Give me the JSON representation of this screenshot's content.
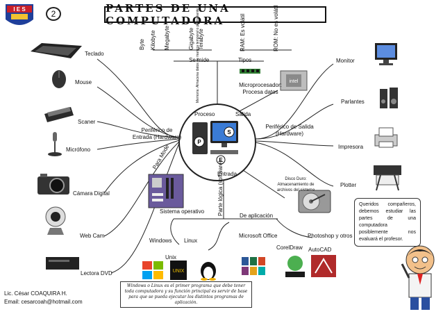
{
  "header": {
    "page_number": "2",
    "title": "PARTES DE UNA COMPUTADORA",
    "logo_text": "I E S"
  },
  "storage_units": [
    "Byte",
    "Kilobyte",
    "Megabyte",
    "Gigabyte",
    "Terabyte"
  ],
  "memory": {
    "title": "Se mide",
    "types_title": "Tipos",
    "ram": "RAM: Es volátil",
    "rom": "ROM: No es volátil",
    "memory_note": "Memoria: Almacena datos de manera temporal o permanente"
  },
  "center": {
    "process": "Proceso",
    "exit": "Salida",
    "entry": "Entrada",
    "para_modo": "Para Mode",
    "letters": [
      "P",
      "E",
      "S"
    ]
  },
  "left_branch": {
    "title": "Periférico de Entrada (Hardware)",
    "items": [
      "Teclado",
      "Mouse",
      "Scaner",
      "Micrófono",
      "Cámara Digital",
      "Web Cam",
      "Lectora DVD"
    ]
  },
  "right_branch": {
    "title": "Periférico de Salida (Hardware)",
    "items": [
      "Monitor",
      "Parlantes",
      "Impresora",
      "Plotter"
    ]
  },
  "processor": "Microprocesador: Procesa datos",
  "hard_disk": "Disco Duro: Almacenamiento de archivos del sistema",
  "software": {
    "title": "Parte lógica (software)",
    "os_title": "Sistema operativo",
    "app_title": "De aplicación",
    "os_items": [
      "Windows",
      "Linux",
      "Unix"
    ],
    "app_items": [
      "Microsoft Office",
      "Photoshop y otros",
      "CorelDraw",
      "AutoCAD"
    ]
  },
  "os_note": "Windows o Linux es el primer programa que debe tener toda computadora y su función principal es servir de base para que se pueda ejecutar los distintos programas de aplicación.",
  "bubble_text": "Queridos compañeros, debemos estudiar las partes de una computadora posiblemente nos evaluará el profesor.",
  "author": {
    "name": "Lic. César COAQUIRA H.",
    "email": "Email: cesarcoah@hotmail.com"
  },
  "colors": {
    "line": "#222222",
    "logo_blue": "#1f3f9a",
    "logo_red": "#c8202a"
  }
}
